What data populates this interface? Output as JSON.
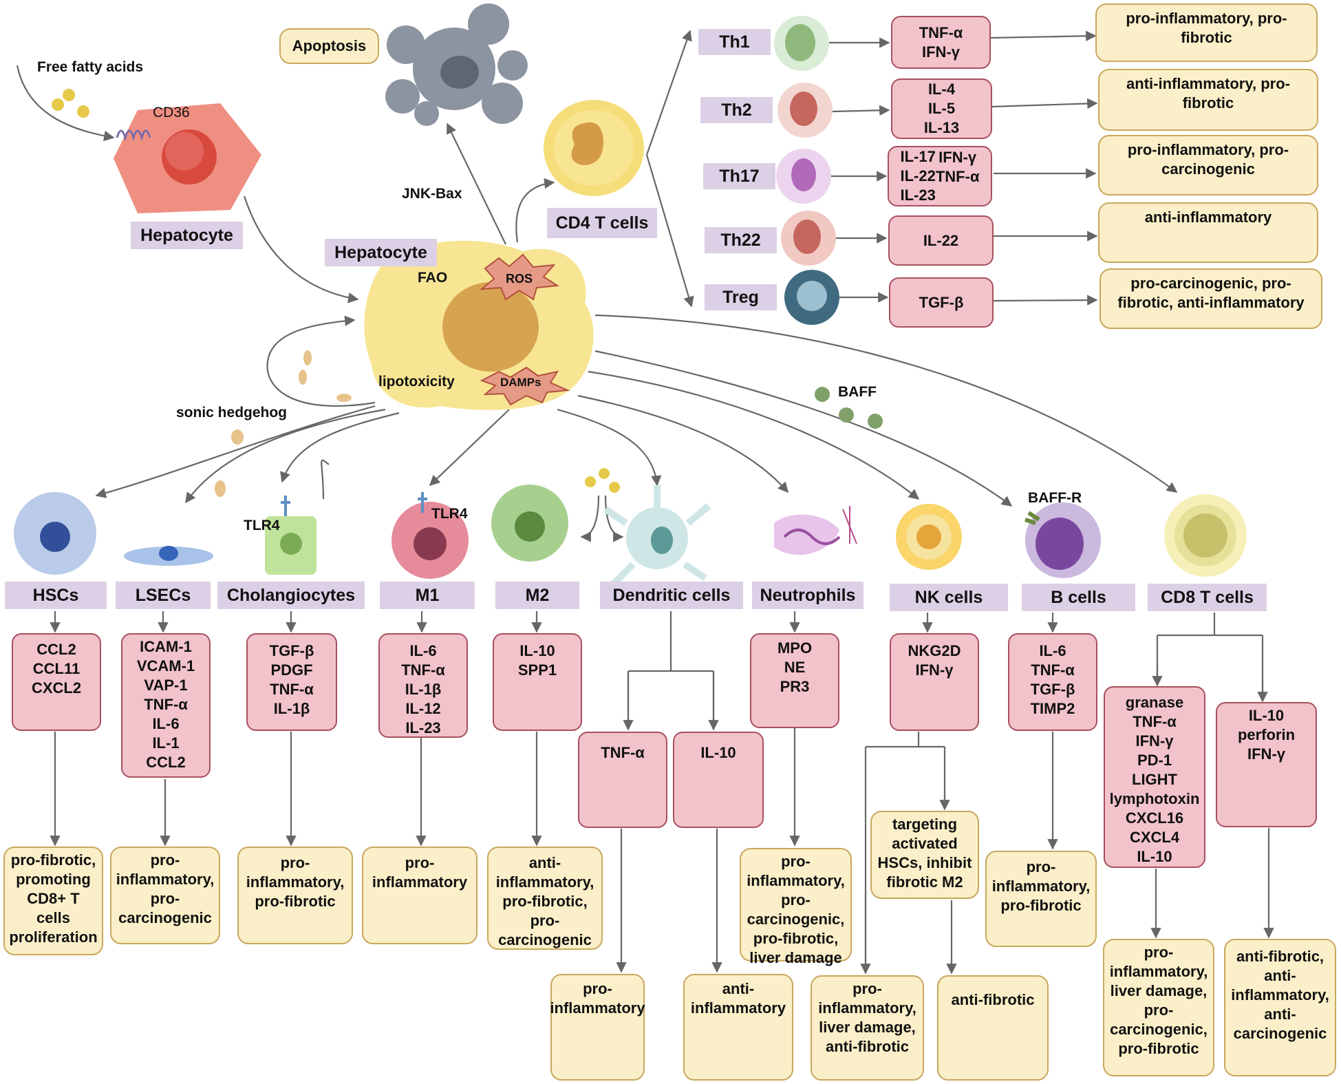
{
  "labels": {
    "free_fatty_acids": "Free fatty acids",
    "cd36": "CD36",
    "hepatocyte_top": "Hepatocyte",
    "hepatocyte_center": "Hepatocyte",
    "apoptosis": "Apoptosis",
    "jnk_bax": "JNK-Bax",
    "cd4": "CD4 T cells",
    "fao": "FAO",
    "ros": "ROS",
    "lipotoxicity": "lipotoxicity",
    "damps": "DAMPs",
    "sonic_hedgehog": "sonic hedgehog",
    "baff": "BAFF",
    "baff_r": "BAFF-R",
    "tlr4_cholangiocyte": "TLR4",
    "tlr4_m1": "TLR4"
  },
  "th_subsets": [
    {
      "name": "Th1",
      "cytokines": [
        "TNF-α",
        "IFN-γ"
      ],
      "effect": [
        "pro-inflammatory, pro-",
        "fibrotic"
      ]
    },
    {
      "name": "Th2",
      "cytokines": [
        "IL-4",
        "IL-5",
        "IL-13"
      ],
      "effect": [
        "anti-inflammatory, pro-",
        "fibrotic"
      ]
    },
    {
      "name": "Th17",
      "cytokines_left": [
        "IL-17",
        "IL-22",
        "IL-23"
      ],
      "cytokines_right": [
        "IFN-γ",
        "TNF-α"
      ],
      "effect": [
        "pro-inflammatory, pro-",
        "carcinogenic"
      ]
    },
    {
      "name": "Th22",
      "cytokines": [
        "IL-22"
      ],
      "effect": [
        "anti-inflammatory"
      ]
    },
    {
      "name": "Treg",
      "cytokines": [
        "TGF-β"
      ],
      "effect": [
        "pro-carcinogenic, pro-",
        "fibrotic, anti-inflammatory"
      ]
    }
  ],
  "cells": [
    {
      "name": "HSCs",
      "markers": [
        "CCL2",
        "CCL11",
        "CXCL2"
      ],
      "effect": [
        "pro-fibrotic,",
        "promoting",
        "CD8+ T",
        "cells",
        "proliferation"
      ]
    },
    {
      "name": "LSECs",
      "markers": [
        "ICAM-1",
        "VCAM-1",
        "VAP-1",
        "TNF-α",
        "IL-6",
        "IL-1",
        "CCL2"
      ],
      "effect": [
        "pro-",
        "inflammatory,",
        "pro-",
        "carcinogenic"
      ]
    },
    {
      "name": "Cholangiocytes",
      "markers": [
        "TGF-β",
        "PDGF",
        "TNF-α",
        "IL-1β"
      ],
      "effect": [
        "pro-",
        "inflammatory,",
        "pro-fibrotic"
      ]
    },
    {
      "name": "M1",
      "markers": [
        "IL-6",
        "TNF-α",
        "IL-1β",
        "IL-12",
        "IL-23"
      ],
      "effect": [
        "pro-",
        "inflammatory"
      ]
    },
    {
      "name": "M2",
      "markers": [
        "IL-10",
        "SPP1"
      ],
      "effect": [
        "anti-",
        "inflammatory,",
        "pro-fibrotic,",
        "pro-",
        "carcinogenic"
      ]
    },
    {
      "name": "Dendritic cells",
      "branches": [
        {
          "marker": "TNF-α",
          "effect": [
            "pro-",
            "inflammatory"
          ]
        },
        {
          "marker": "IL-10",
          "effect": [
            "anti-",
            "inflammatory"
          ]
        }
      ]
    },
    {
      "name": "Neutrophils",
      "markers": [
        "MPO",
        "NE",
        "PR3"
      ],
      "effect": [
        "pro-",
        "inflammatory,",
        "pro-",
        "carcinogenic,",
        "pro-fibrotic,",
        "liver damage"
      ]
    },
    {
      "name": "NK cells",
      "markers": [
        "NKG2D",
        "IFN-γ"
      ],
      "sub": [
        "targeting",
        "activated",
        "HSCs, inhibit",
        "fibrotic M2"
      ],
      "effect_left": [
        "pro-",
        "inflammatory,",
        "liver damage,",
        "anti-fibrotic"
      ],
      "effect_right": [
        "anti-fibrotic"
      ]
    },
    {
      "name": "B cells",
      "markers": [
        "IL-6",
        "TNF-α",
        "TGF-β",
        "TIMP2"
      ],
      "effect": [
        "pro-",
        "inflammatory,",
        "pro-fibrotic"
      ]
    },
    {
      "name": "CD8 T cells",
      "branches": [
        {
          "markers": [
            "granase",
            "TNF-α",
            "IFN-γ",
            "PD-1",
            "LIGHT",
            "lymphotoxin",
            "CXCL16",
            "CXCL4",
            "IL-10"
          ],
          "effect": [
            "pro-",
            "inflammatory,",
            "liver damage,",
            "pro-",
            "carcinogenic,",
            "pro-fibrotic"
          ]
        },
        {
          "markers": [
            "IL-10",
            "perforin",
            "IFN-γ"
          ],
          "effect": [
            "anti-fibrotic,",
            "anti-",
            "inflammatory,",
            "anti-",
            "carcinogenic"
          ]
        }
      ]
    }
  ]
}
